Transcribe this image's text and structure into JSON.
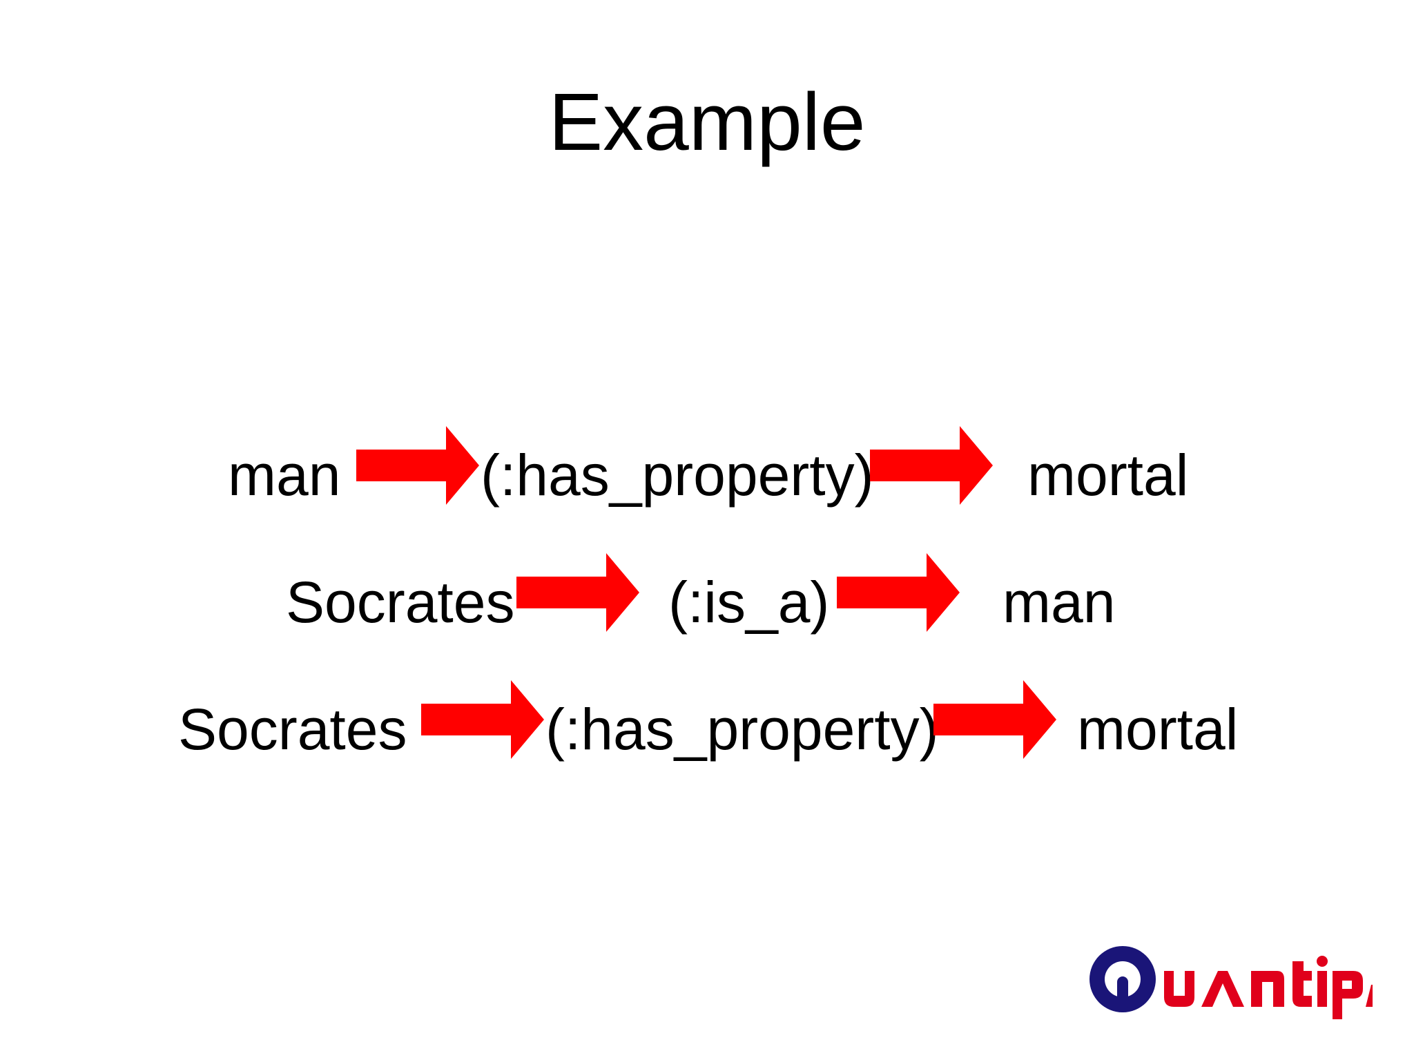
{
  "title": "Example",
  "rows": [
    {
      "subject": "man",
      "relation": "(:has_property)",
      "object": "mortal"
    },
    {
      "subject": "Socrates",
      "relation": "(:is_a)",
      "object": "man"
    },
    {
      "subject": "Socrates",
      "relation": "(:has_property)",
      "object": "mortal"
    }
  ],
  "logo": {
    "text": "QUANTIPS",
    "colors": {
      "mark": "#1a1578",
      "text": "#e0001b"
    }
  },
  "colors": {
    "arrow": "#ff0000",
    "text": "#000000",
    "background": "#ffffff"
  }
}
